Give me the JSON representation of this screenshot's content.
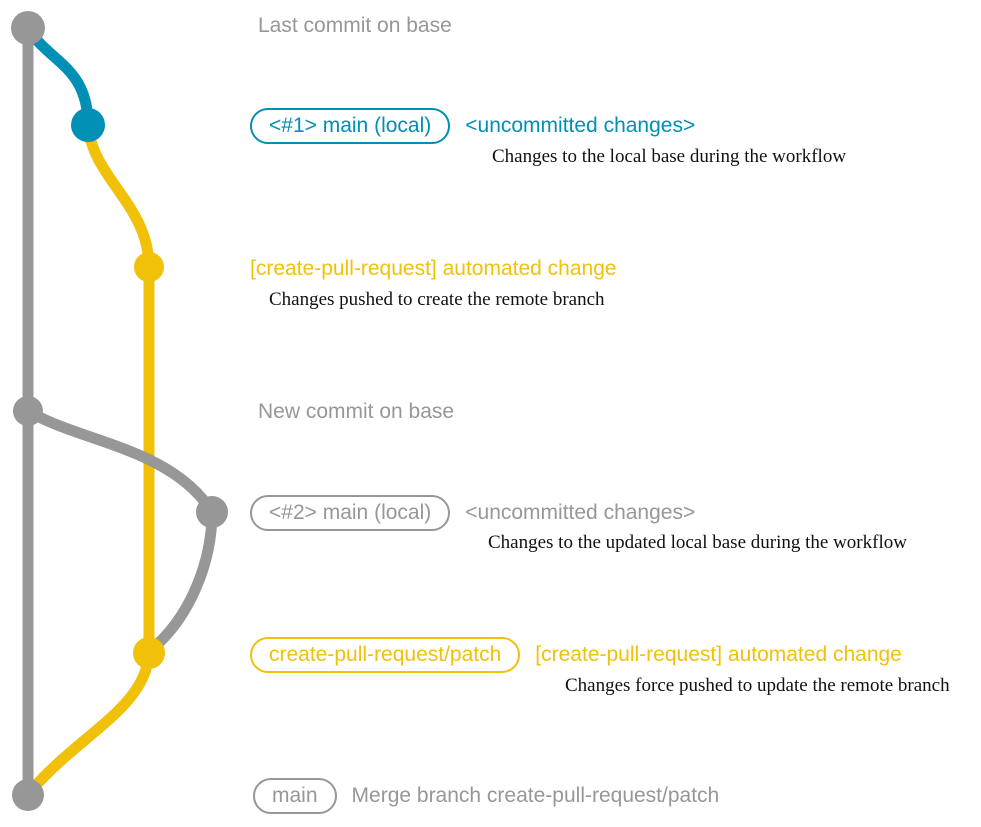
{
  "colors": {
    "gray": "#979797",
    "teal": "#008fb5",
    "yellow": "#f1c109",
    "ink": "#111111",
    "background": "#ffffff"
  },
  "captions": {
    "last_commit": "Last commit on base",
    "new_commit": "New commit on base"
  },
  "rows": {
    "local1": {
      "badge": "<#1> main (local)",
      "message": "<uncommitted changes>",
      "note": "Changes to the local base during the workflow"
    },
    "push1": {
      "message": "[create-pull-request] automated change",
      "note": "Changes pushed to create the remote branch"
    },
    "local2": {
      "badge": "<#2> main (local)",
      "message": "<uncommitted changes>",
      "note": "Changes to the updated local base during the workflow"
    },
    "push2": {
      "badge": "create-pull-request/patch",
      "message": "[create-pull-request] automated change",
      "note": "Changes force pushed to update the remote branch"
    },
    "merge": {
      "badge": "main",
      "message": "Merge branch create-pull-request/patch"
    }
  },
  "graph": {
    "commits": [
      {
        "label": "Last commit on base",
        "branch": "base",
        "color": "gray"
      },
      {
        "label": "<#1> main (local) <uncommitted changes>",
        "branch": "main-local",
        "color": "teal"
      },
      {
        "label": "[create-pull-request] automated change",
        "branch": "create-pull-request/patch",
        "color": "yellow"
      },
      {
        "label": "New commit on base",
        "branch": "base",
        "color": "gray"
      },
      {
        "label": "<#2> main (local) <uncommitted changes>",
        "branch": "main-local",
        "color": "gray"
      },
      {
        "label": "[create-pull-request] automated change (force pushed)",
        "branch": "create-pull-request/patch",
        "color": "yellow"
      },
      {
        "label": "Merge branch create-pull-request/patch",
        "branch": "base",
        "color": "gray"
      }
    ]
  }
}
